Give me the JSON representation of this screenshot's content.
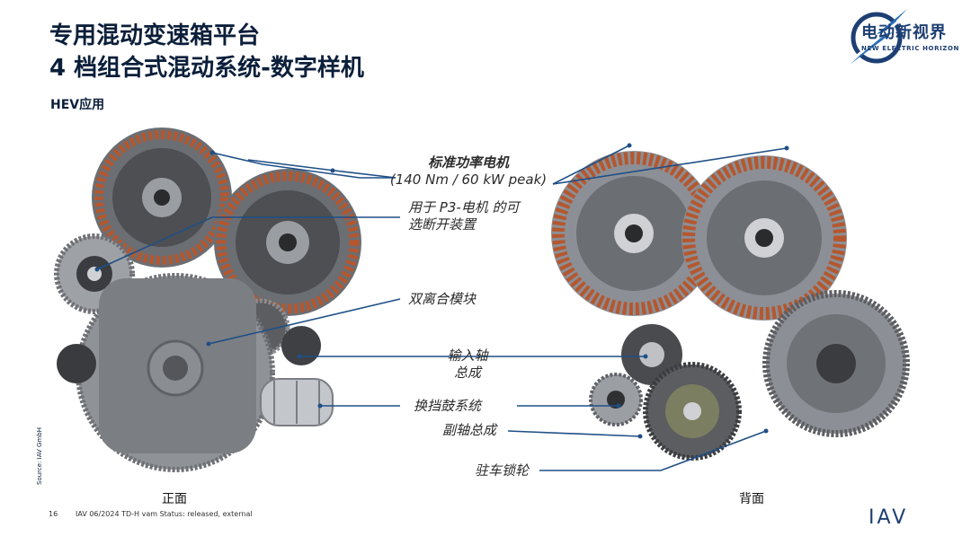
{
  "header": {
    "title_line1": "专用混动变速箱平台",
    "title_line2": "4 档组合式混动系统-数字样机",
    "subtitle": "HEV应用"
  },
  "brand": {
    "name_cn": "电动新视界",
    "name_en": "NEW ELECTRIC HORIZON",
    "color": "#1d3f73"
  },
  "callouts": {
    "motor_title": "标准功率电机",
    "motor_spec": "(140 Nm / 60 kW peak)",
    "disconnect_line1": "用于 P3-电机 的可",
    "disconnect_line2": "选断开装置",
    "dual_clutch": "双离合模块",
    "input_shaft_line1": "输入轴",
    "input_shaft_line2": "总成",
    "shift_drum": "换挡鼓系统",
    "countershaft": "副轴总成",
    "parking_lock": "驻车锁轮"
  },
  "captions": {
    "front": "正面",
    "back": "背面"
  },
  "footer": {
    "page_number": "16",
    "info": "IAV 06/2024 TD-H vam Status: released, external",
    "source": "Source: IAV GmbH",
    "logo": "IAV"
  },
  "colors": {
    "title": "#0b1f3a",
    "leader": "#1f4f86",
    "copper": "#b5572e",
    "steel": "#8c8f95"
  }
}
